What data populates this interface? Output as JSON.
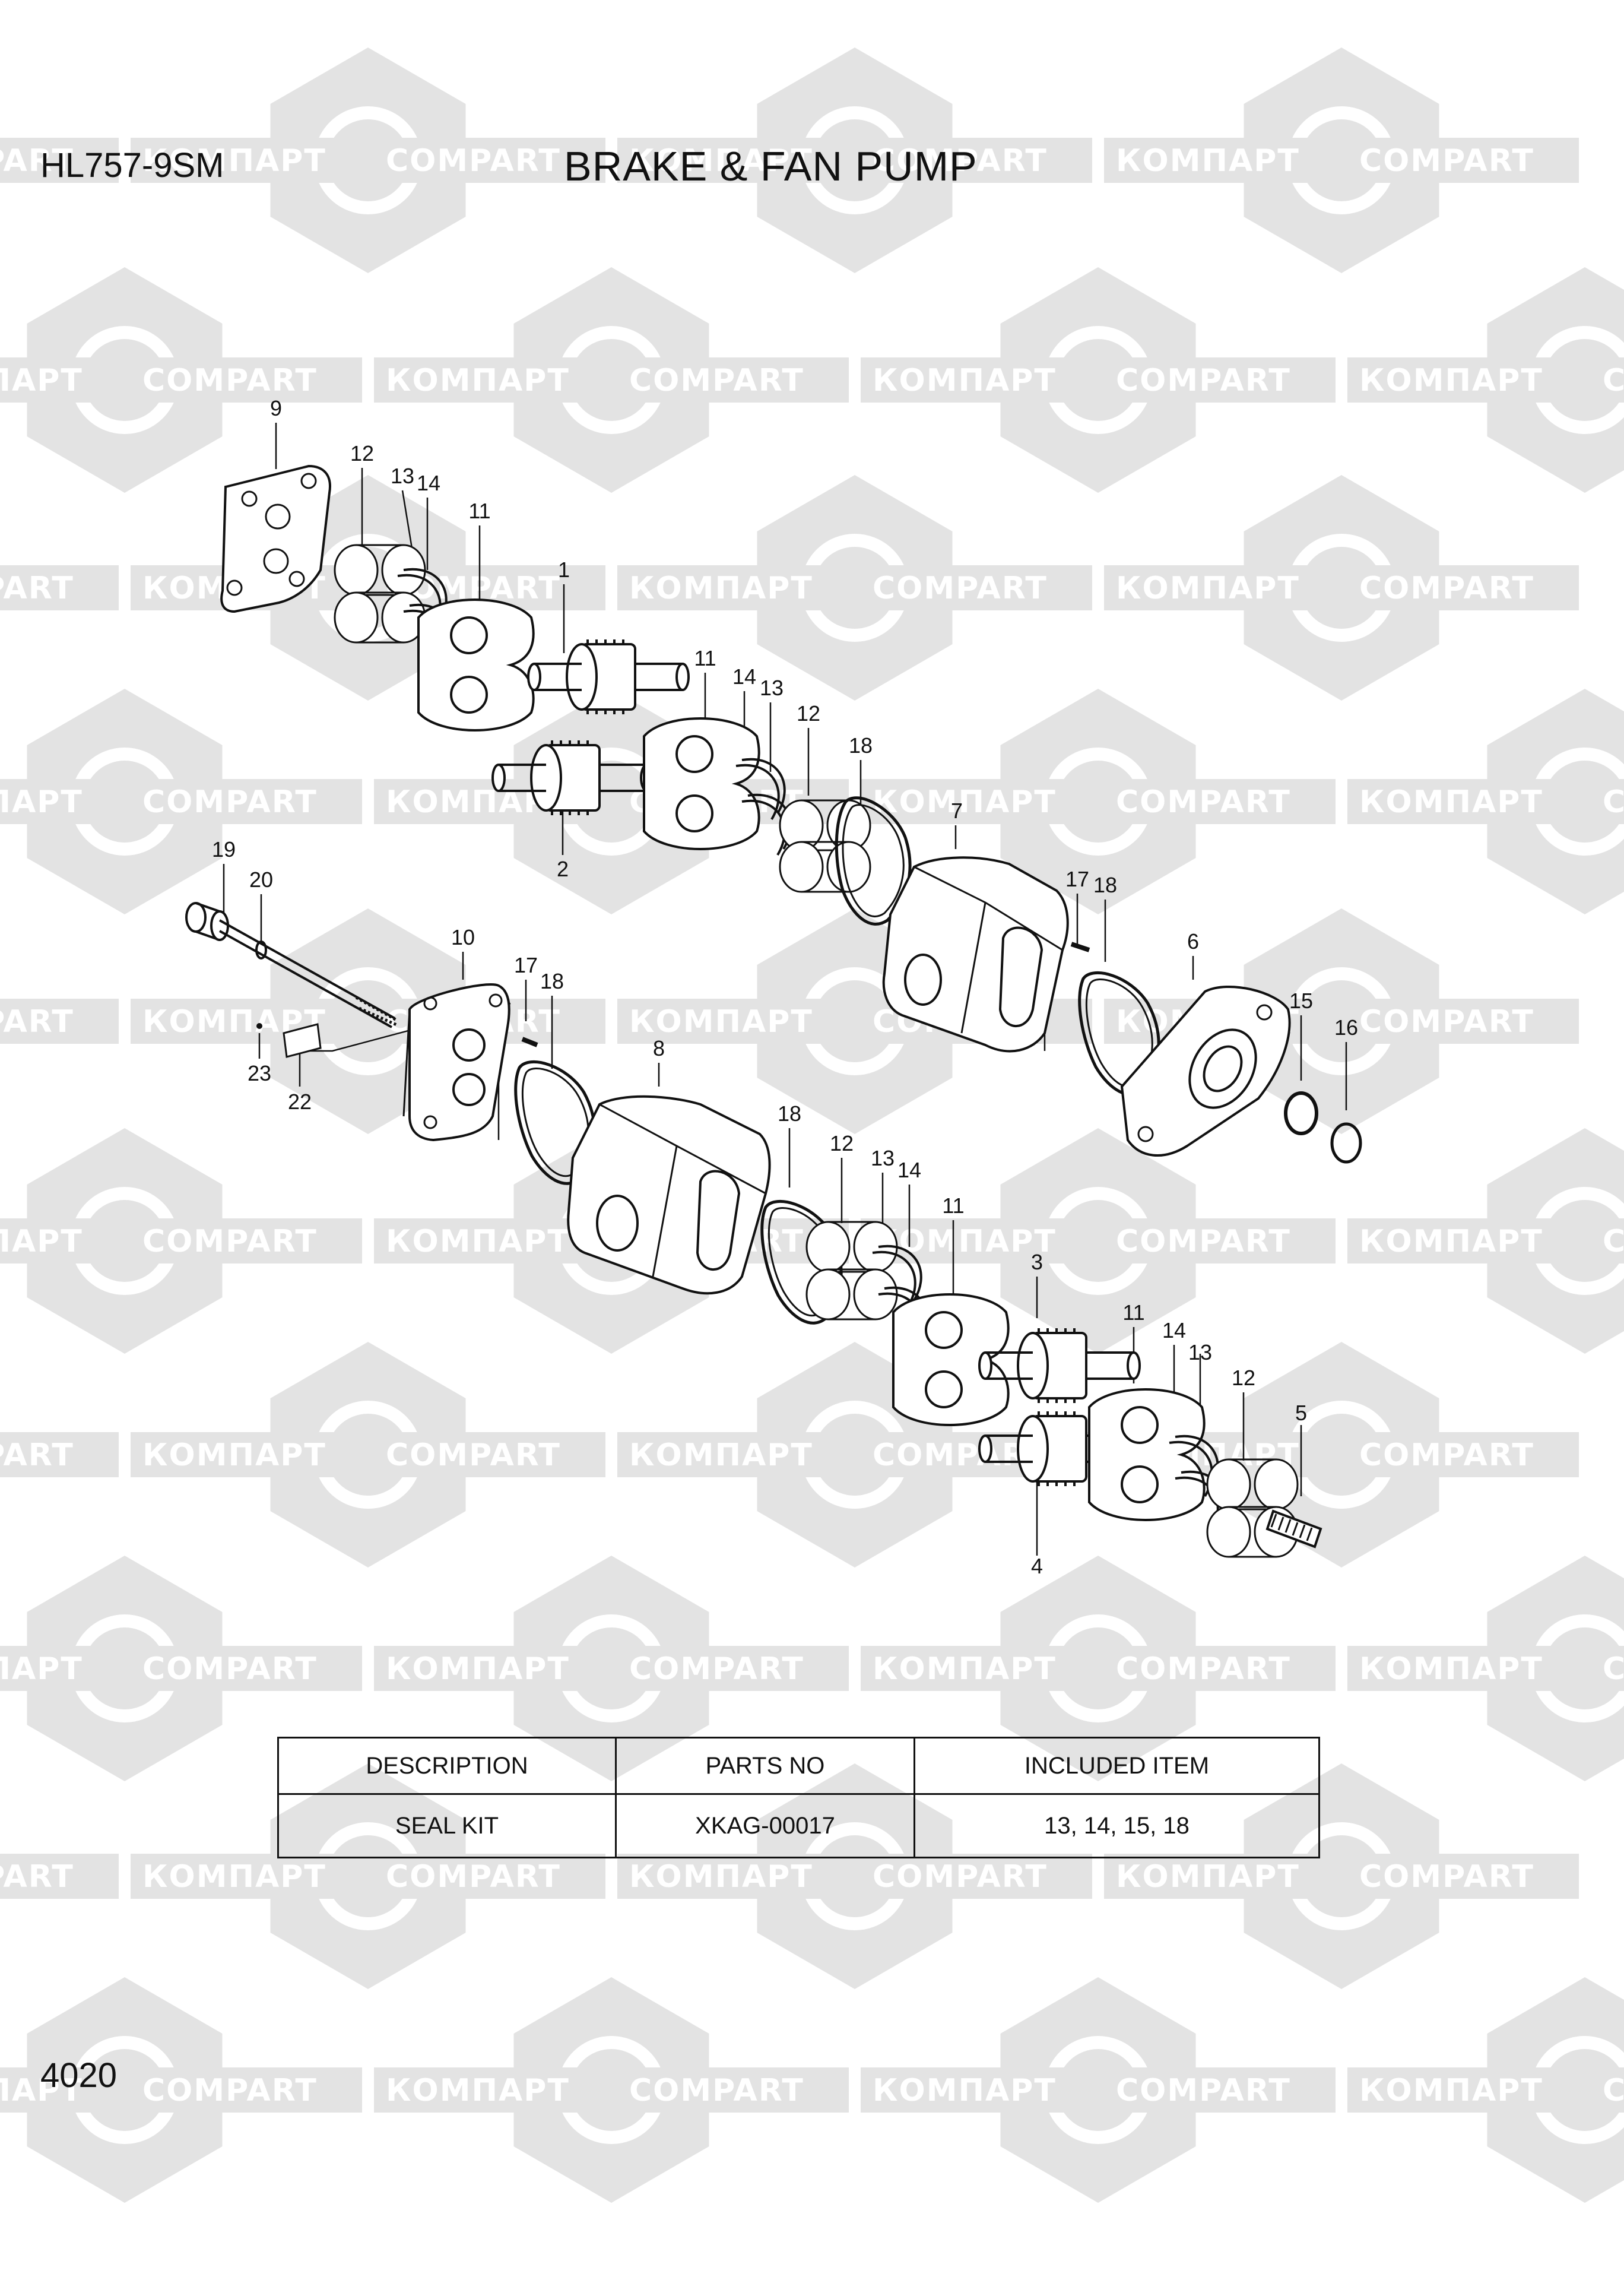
{
  "header": {
    "model": "HL757-9SM",
    "title": "BRAKE & FAN PUMP"
  },
  "watermark": {
    "text_cyrillic": "КОМПАРТ",
    "text_latin": "COMPART",
    "color": "#e3e3e3"
  },
  "diagram": {
    "callouts": [
      "9",
      "12",
      "13",
      "14",
      "11",
      "1",
      "2",
      "11",
      "14",
      "13",
      "12",
      "18",
      "7",
      "17",
      "18",
      "6",
      "15",
      "16",
      "19",
      "20",
      "10",
      "17",
      "18",
      "8",
      "23",
      "22",
      "18",
      "12",
      "13",
      "14",
      "11",
      "3",
      "4",
      "11",
      "14",
      "13",
      "12",
      "5"
    ]
  },
  "kit_table": {
    "headers": [
      "DESCRIPTION",
      "PARTS NO",
      "INCLUDED ITEM"
    ],
    "rows": [
      [
        "SEAL KIT",
        "XKAG-00017",
        "13, 14, 15, 18"
      ]
    ]
  },
  "footer": {
    "page_number": "4020"
  }
}
